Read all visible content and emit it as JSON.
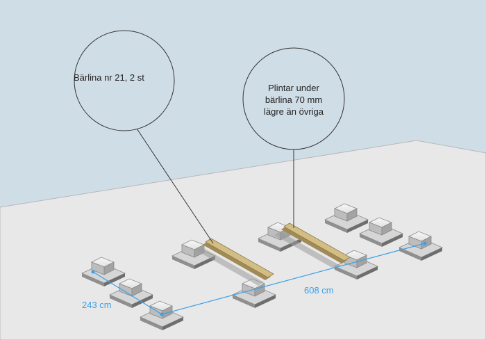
{
  "callouts": {
    "beam": "Bärlina nr 21, 2 st",
    "plinth_line1": "Plintar under",
    "plinth_line2": "bärlina 70 mm",
    "plinth_line3": "lägre än övriga"
  },
  "dimensions": {
    "short": "243 cm",
    "long": "608 cm"
  },
  "colors": {
    "sky": "#cfdde6",
    "ground": "#e9e9e9",
    "beam": "#c8b27a",
    "dimension": "#3aa0e8"
  }
}
